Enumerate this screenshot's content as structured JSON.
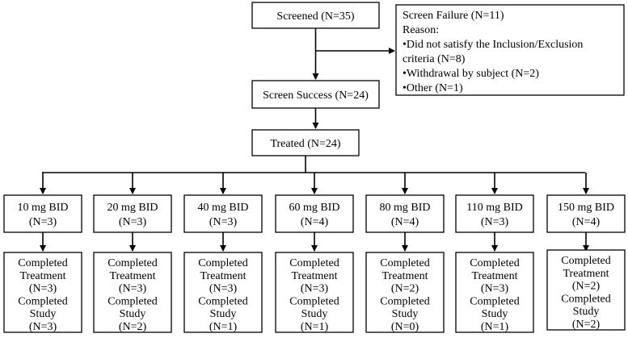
{
  "screened": {
    "label": "Screened (N=35)"
  },
  "screen_failure": {
    "title": "Screen Failure (N=11)",
    "reason_label": "Reason:",
    "reasons": [
      "•Did not satisfy the Inclusion/Exclusion",
      "criteria (N=8)",
      "•Withdrawal by subject (N=2)",
      "•Other (N=1)"
    ]
  },
  "screen_success": {
    "label": "Screen Success (N=24)"
  },
  "treated": {
    "label": "Treated (N=24)"
  },
  "arms": [
    {
      "dose": "10 mg BID",
      "n": "(N=3)",
      "treatment_label": "Completed",
      "treatment_label2": "Treatment",
      "treatment_n": "(N=3)",
      "study_label": "Completed",
      "study_label2": "Study",
      "study_n": "(N=3)"
    },
    {
      "dose": "20 mg BID",
      "n": "(N=3)",
      "treatment_label": "Completed",
      "treatment_label2": "Treatment",
      "treatment_n": "(N=3)",
      "study_label": "Completed",
      "study_label2": "Study",
      "study_n": "(N=2)"
    },
    {
      "dose": "40 mg BID",
      "n": "(N=3)",
      "treatment_label": "Completed",
      "treatment_label2": "Treatment",
      "treatment_n": "(N=3)",
      "study_label": "Completed",
      "study_label2": "Study",
      "study_n": "(N=1)"
    },
    {
      "dose": "60 mg BID",
      "n": "(N=4)",
      "treatment_label": "Completed",
      "treatment_label2": "Treatment",
      "treatment_n": "(N=3)",
      "study_label": "Completed",
      "study_label2": "Study",
      "study_n": "(N=1)"
    },
    {
      "dose": "80 mg BID",
      "n": "(N=4)",
      "treatment_label": "Completed",
      "treatment_label2": "Treatment",
      "treatment_n": "(N=2)",
      "study_label": "Completed",
      "study_label2": "Study",
      "study_n": "(N=0)"
    },
    {
      "dose": "110 mg BID",
      "n": "(N=3)",
      "treatment_label": "Completed",
      "treatment_label2": "Treatment",
      "treatment_n": "(N=3)",
      "study_label": "Completed",
      "study_label2": "Study",
      "study_n": "(N=1)"
    },
    {
      "dose": "150 mg BID",
      "n": "(N=4)",
      "treatment_label": "Completed",
      "treatment_label2": "Treatment",
      "treatment_n": "(N=2)",
      "study_label": "Completed",
      "study_label2": "Study",
      "study_n": "(N=2)"
    }
  ]
}
